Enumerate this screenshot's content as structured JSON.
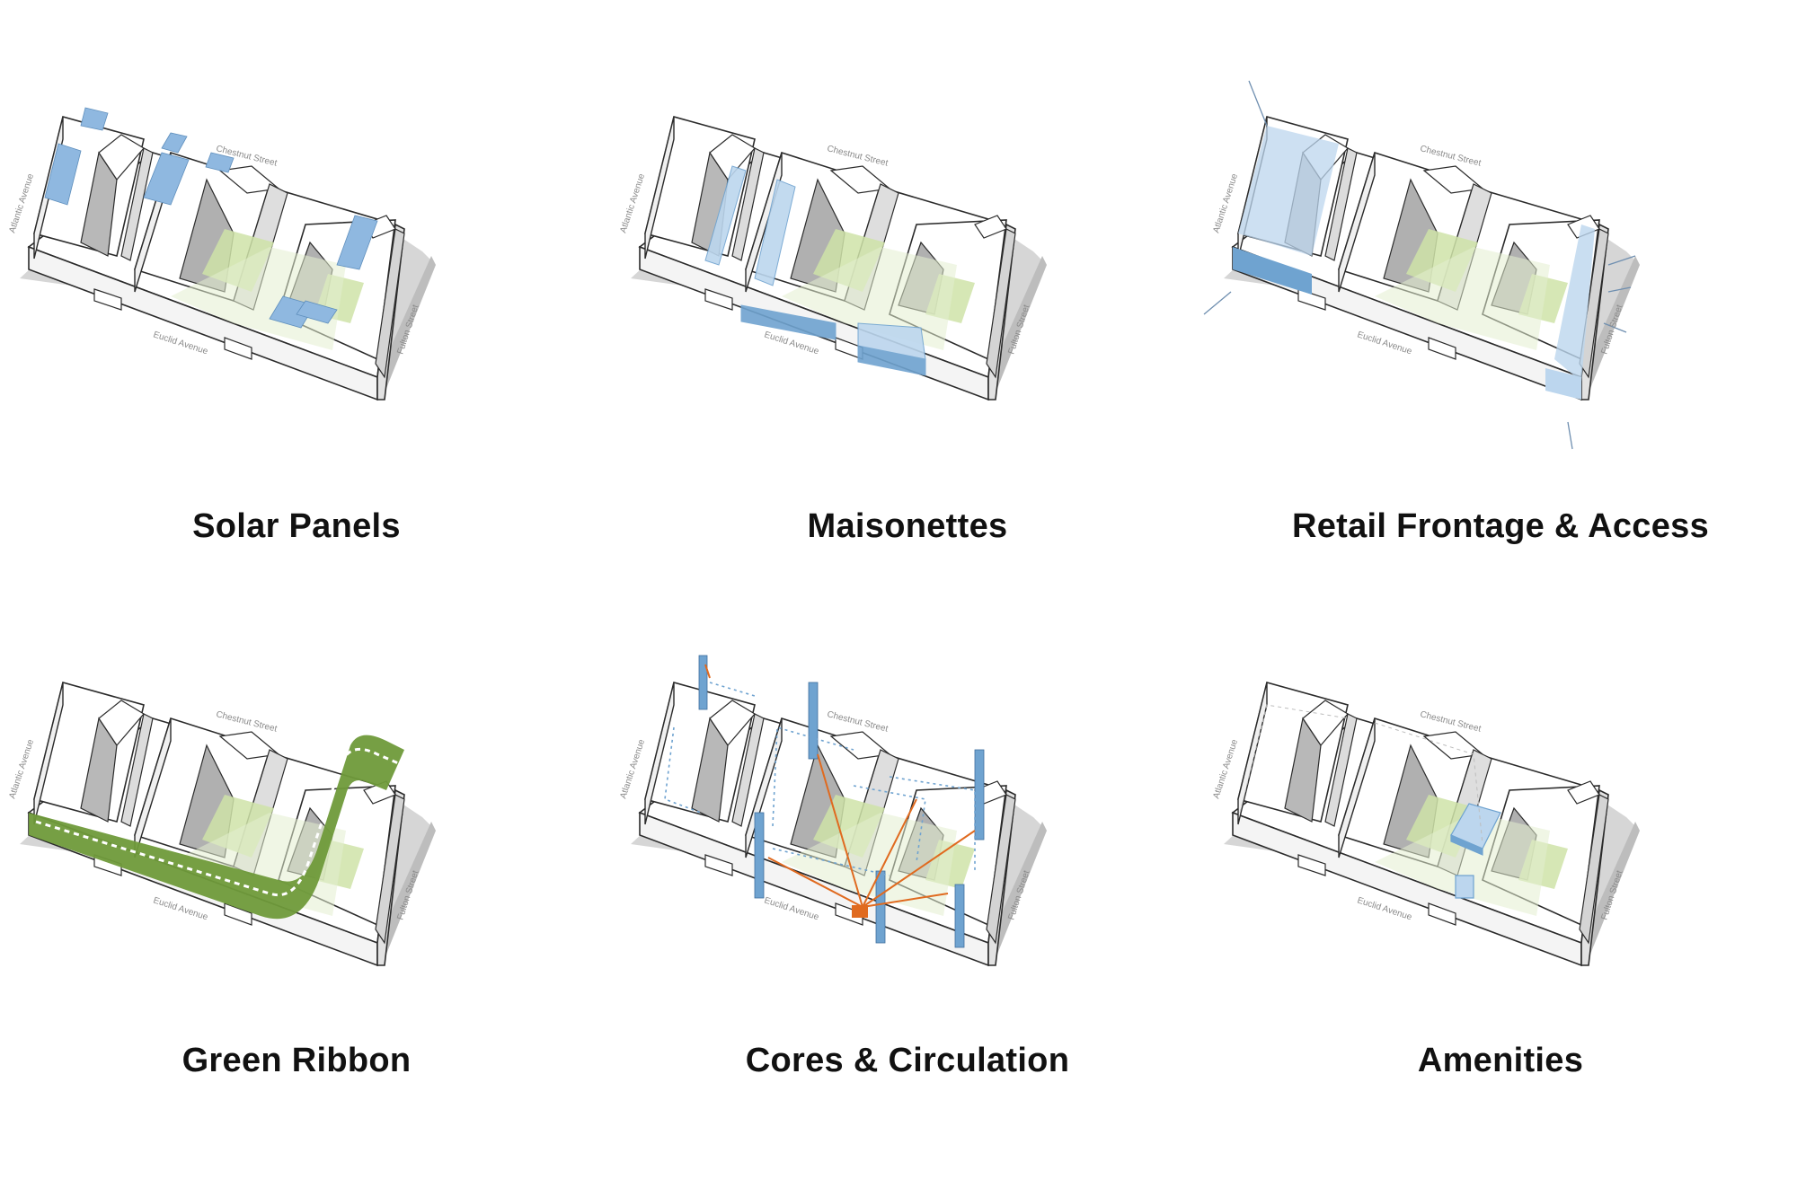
{
  "colors": {
    "background": "#ffffff",
    "outline": "#2b2b2b",
    "roof": "#ffffff",
    "wall_light": "#f2f2f2",
    "wall_shade": "#bdbdbd",
    "shadow": "#cfcfcf",
    "courtyard_green": "#cfe3a8",
    "ribbon_green": "#6f9a3a",
    "blue": "#6fa3d0",
    "blue_light": "#bcd6ee",
    "orange": "#e06a1f",
    "caption": "#111111"
  },
  "streets": {
    "chestnut": "Chestnut Street",
    "atlantic": "Atlantic Avenue",
    "euclid": "Euclid Avenue",
    "fulton": "Fulton Street"
  },
  "panels": [
    {
      "id": "solar",
      "title": "Solar Panels",
      "overlay": "solar-icon"
    },
    {
      "id": "maisonettes",
      "title": "Maisonettes",
      "overlay": "maisonette-icon"
    },
    {
      "id": "retail",
      "title": "Retail Frontage & Access",
      "overlay": "storefront-icon"
    },
    {
      "id": "green",
      "title": "Green Ribbon",
      "overlay": "ribbon-icon"
    },
    {
      "id": "cores",
      "title": "Cores & Circulation",
      "overlay": "elevator-core-icon"
    },
    {
      "id": "amenities",
      "title": "Amenities",
      "overlay": "amenity-icon"
    }
  ]
}
